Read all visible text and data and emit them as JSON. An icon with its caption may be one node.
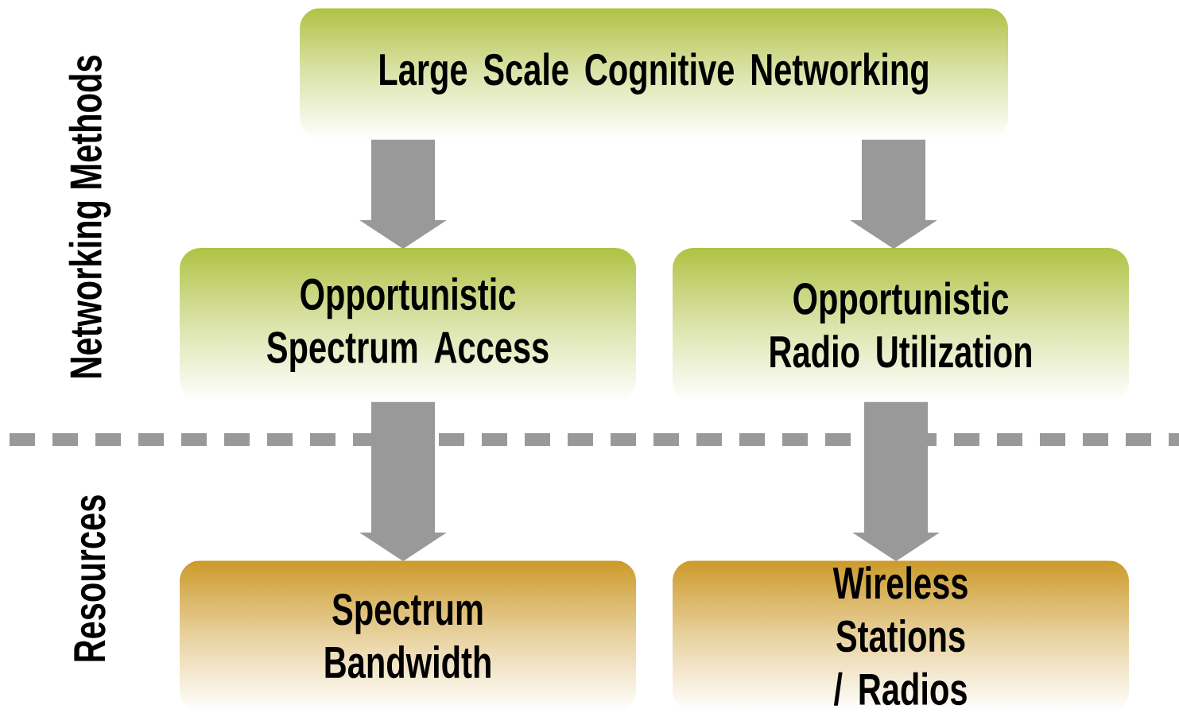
{
  "diagram": {
    "nodes": [
      {
        "text": [
          "Large Scale Cognitive Networking"
        ]
      },
      {
        "text": [
          "Opportunistic Spectrum Access"
        ]
      },
      {
        "text": [
          "Opportunistic Radio Utilization"
        ]
      },
      {
        "text": [
          "Spectrum Bandwidth"
        ]
      },
      {
        "text": [
          "Wireless Stations / Radios"
        ]
      }
    ],
    "edges": [
      {
        "from": 0,
        "to": 1,
        "arrow": "to"
      },
      {
        "from": 0,
        "to": 2,
        "arrow": "to"
      },
      {
        "from": 1,
        "to": 3,
        "arrow": "to"
      },
      {
        "from": 2,
        "to": 4,
        "arrow": "to"
      }
    ],
    "labels": [
      "Networking Methods",
      "Resources"
    ]
  }
}
